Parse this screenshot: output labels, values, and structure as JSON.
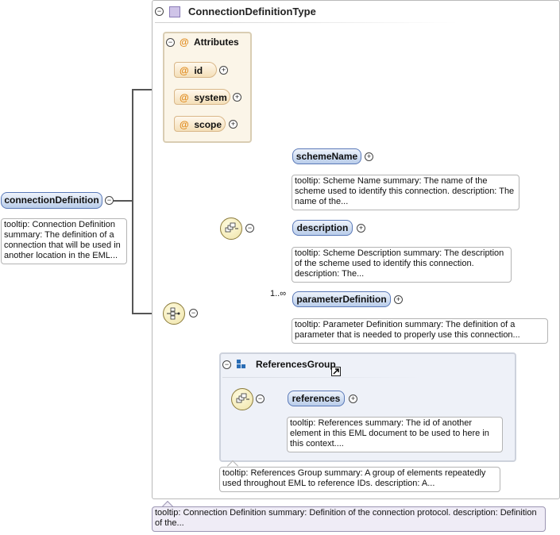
{
  "root": {
    "name": "connectionDefinition",
    "tooltip": "tooltip: Connection Definition summary: The definition of a connection that will be used in another location in the EML...",
    "symbol": "⊖"
  },
  "type": {
    "name": "ConnectionDefinitionType",
    "collapse": "⊖",
    "tooltip": "tooltip: Connection Definition summary: Definition of the connection protocol. description: Definition of the..."
  },
  "attributes": {
    "title": "Attributes",
    "at": "@",
    "items": [
      {
        "name": "id"
      },
      {
        "name": "system"
      },
      {
        "name": "scope"
      }
    ]
  },
  "sequence": {
    "elements": [
      {
        "name": "schemeName",
        "tooltip": "tooltip: Scheme Name summary: The name of the scheme used to identify this connection. description: The name of the..."
      },
      {
        "name": "description",
        "tooltip": "tooltip: Scheme Description summary: The description of the scheme used to identify this connection. description: The..."
      },
      {
        "name": "parameterDefinition",
        "cardinality": "1..∞",
        "tooltip": "tooltip: Parameter Definition summary: The definition of a parameter that is needed to properly use this connection..."
      }
    ]
  },
  "group": {
    "name": "ReferencesGroup",
    "element": {
      "name": "references",
      "tooltip": "tooltip: References summary: The id of another element in this EML document to be used to here in this context...."
    },
    "tooltip": "tooltip: References Group summary: A group of elements repeatedly used throughout EML to reference IDs. description: A..."
  },
  "symbols": {
    "minus": "−",
    "plus": "+"
  }
}
